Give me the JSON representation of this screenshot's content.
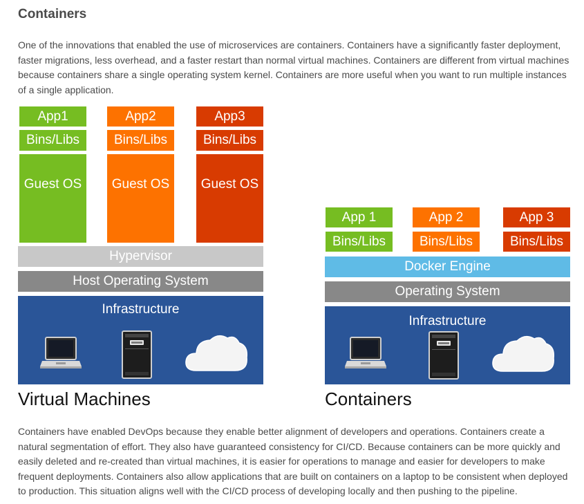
{
  "heading": "Containers",
  "intro": "One of the innovations that enabled the use of microservices are containers. Containers have a significantly faster deployment, faster migrations, less overhead, and a faster restart than normal virtual machines. Containers are different from virtual machines because containers share a single operating system kernel. Containers are more useful when you want to run multiple instances of a single application.",
  "vm": {
    "apps": [
      {
        "app": "App1",
        "libs": "Bins/Libs",
        "os": "Guest OS",
        "color": "#76bd22"
      },
      {
        "app": "App2",
        "libs": "Bins/Libs",
        "os": "Guest OS",
        "color": "#fd7200"
      },
      {
        "app": "App3",
        "libs": "Bins/Libs",
        "os": "Guest OS",
        "color": "#d83b01"
      }
    ],
    "hypervisor": "Hypervisor",
    "host_os": "Host Operating System",
    "infrastructure": "Infrastructure",
    "caption": "Virtual Machines"
  },
  "containers": {
    "apps": [
      {
        "app": "App 1",
        "libs": "Bins/Libs",
        "color": "#76bd22"
      },
      {
        "app": "App 2",
        "libs": "Bins/Libs",
        "color": "#fd7200"
      },
      {
        "app": "App 3",
        "libs": "Bins/Libs",
        "color": "#d83b01"
      }
    ],
    "engine": "Docker Engine",
    "os": "Operating System",
    "infrastructure": "Infrastructure",
    "caption": "Containers"
  },
  "colors": {
    "infrastructure": "#2a5598",
    "hypervisor": "#c8c8c8",
    "host_os": "#888888",
    "docker_engine": "#5fbbe6"
  },
  "icons": [
    "laptop-icon",
    "server-icon",
    "cloud-icon"
  ],
  "devops": "Containers have enabled DevOps because they enable better alignment of developers and operations. Containers create a natural segmentation of effort. They also have guaranteed consistency for CI/CD. Because containers can be more quickly and easily deleted and re-created than virtual machines, it is easier for operations to manage and easier for developers to make frequent deployments. Containers also allow applications that are built on containers on a laptop to be consistent when deployed to production. This situation aligns well with the CI/CD process of developing locally and then pushing to the pipeline."
}
